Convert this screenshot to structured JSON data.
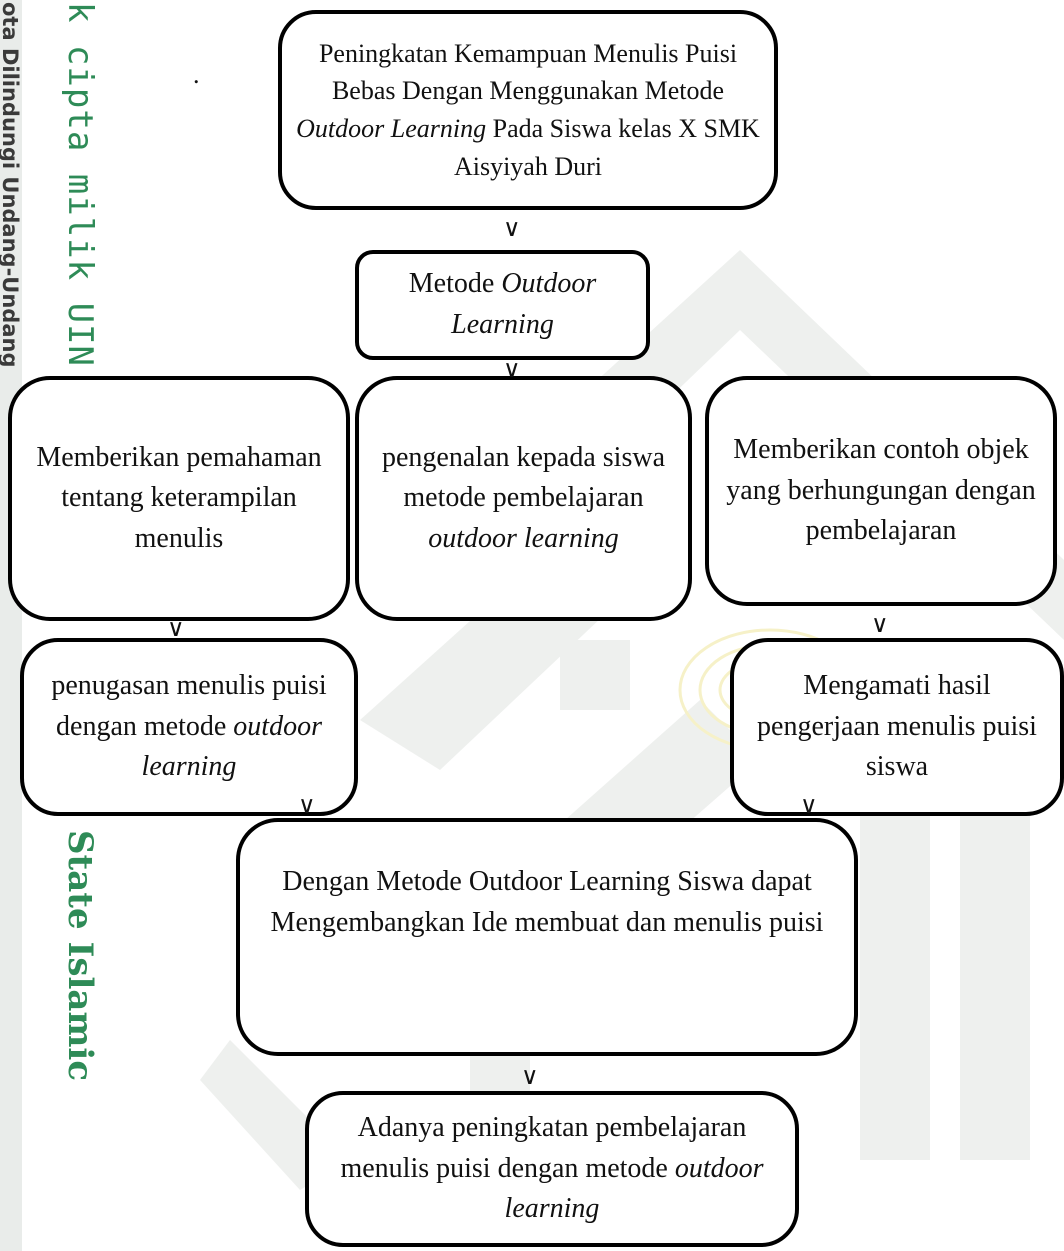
{
  "watermark": {
    "line1": "ota Dilindungi Undang-Undang",
    "line2": "k cipta milik UIN S",
    "line3": "State Islamic"
  },
  "dot": ".",
  "nodes": {
    "title": {
      "a": "Peningkatan Kemampuan Menulis Puisi Bebas Dengan Menggunakan Metode ",
      "b": "Outdoor Learning",
      "c": " Pada Siswa kelas X SMK Aisyiyah Duri"
    },
    "method": {
      "a": "Metode ",
      "b": "Outdoor Learning"
    },
    "left_top": "Memberikan pemahaman tentang keterampilan menulis",
    "center": {
      "a": "pengenalan kepada siswa metode pembelajaran ",
      "b": "outdoor learning"
    },
    "right_top": "Memberikan contoh objek yang berhungungan dengan pembelajaran",
    "left_bottom": {
      "a": "penugasan menulis puisi dengan metode ",
      "b": "outdoor learning"
    },
    "right_bottom": "Mengamati hasil pengerjaan menulis puisi siswa",
    "merge": "Dengan Metode Outdoor Learning Siswa dapat Mengembangkan Ide membuat dan menulis puisi",
    "result": {
      "a": "Adanya peningkatan pembelajaran menulis puisi dengan metode ",
      "b": "outdoor learning"
    }
  },
  "arrow_glyph": "∨"
}
